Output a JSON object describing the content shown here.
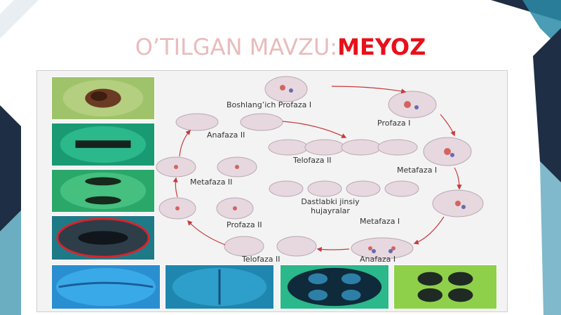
{
  "slide": {
    "title_prefix": "O’TILGAN MAVZU:",
    "title_topic": "MEYOZ"
  },
  "colors": {
    "title_prefix": "#e8bcbc",
    "title_topic": "#e8101a",
    "deco_dark": "#1e2e44",
    "deco_teal": "#2c8ba8",
    "arrow": "#c83a3a"
  },
  "diagram": {
    "stages": {
      "boshlangich_profaza_1": "Boshlang’ich Profaza I",
      "profaza_1": "Profaza I",
      "metafaza_1": "Metafaza I",
      "metafaza_1_lower": "Metafaza I",
      "anafaza_1": "Anafaza I",
      "telofaza_2_bottom": "Telofaza II",
      "profaza_2": "Profaza II",
      "metafaza_2": "Metafaza II",
      "anafaza_2": "Anafaza II",
      "telofaza_2_center": "Telofaza II",
      "dastlabki_line1": "Dastlabki jinsiy",
      "dastlabki_line2": "hujayralar"
    }
  }
}
